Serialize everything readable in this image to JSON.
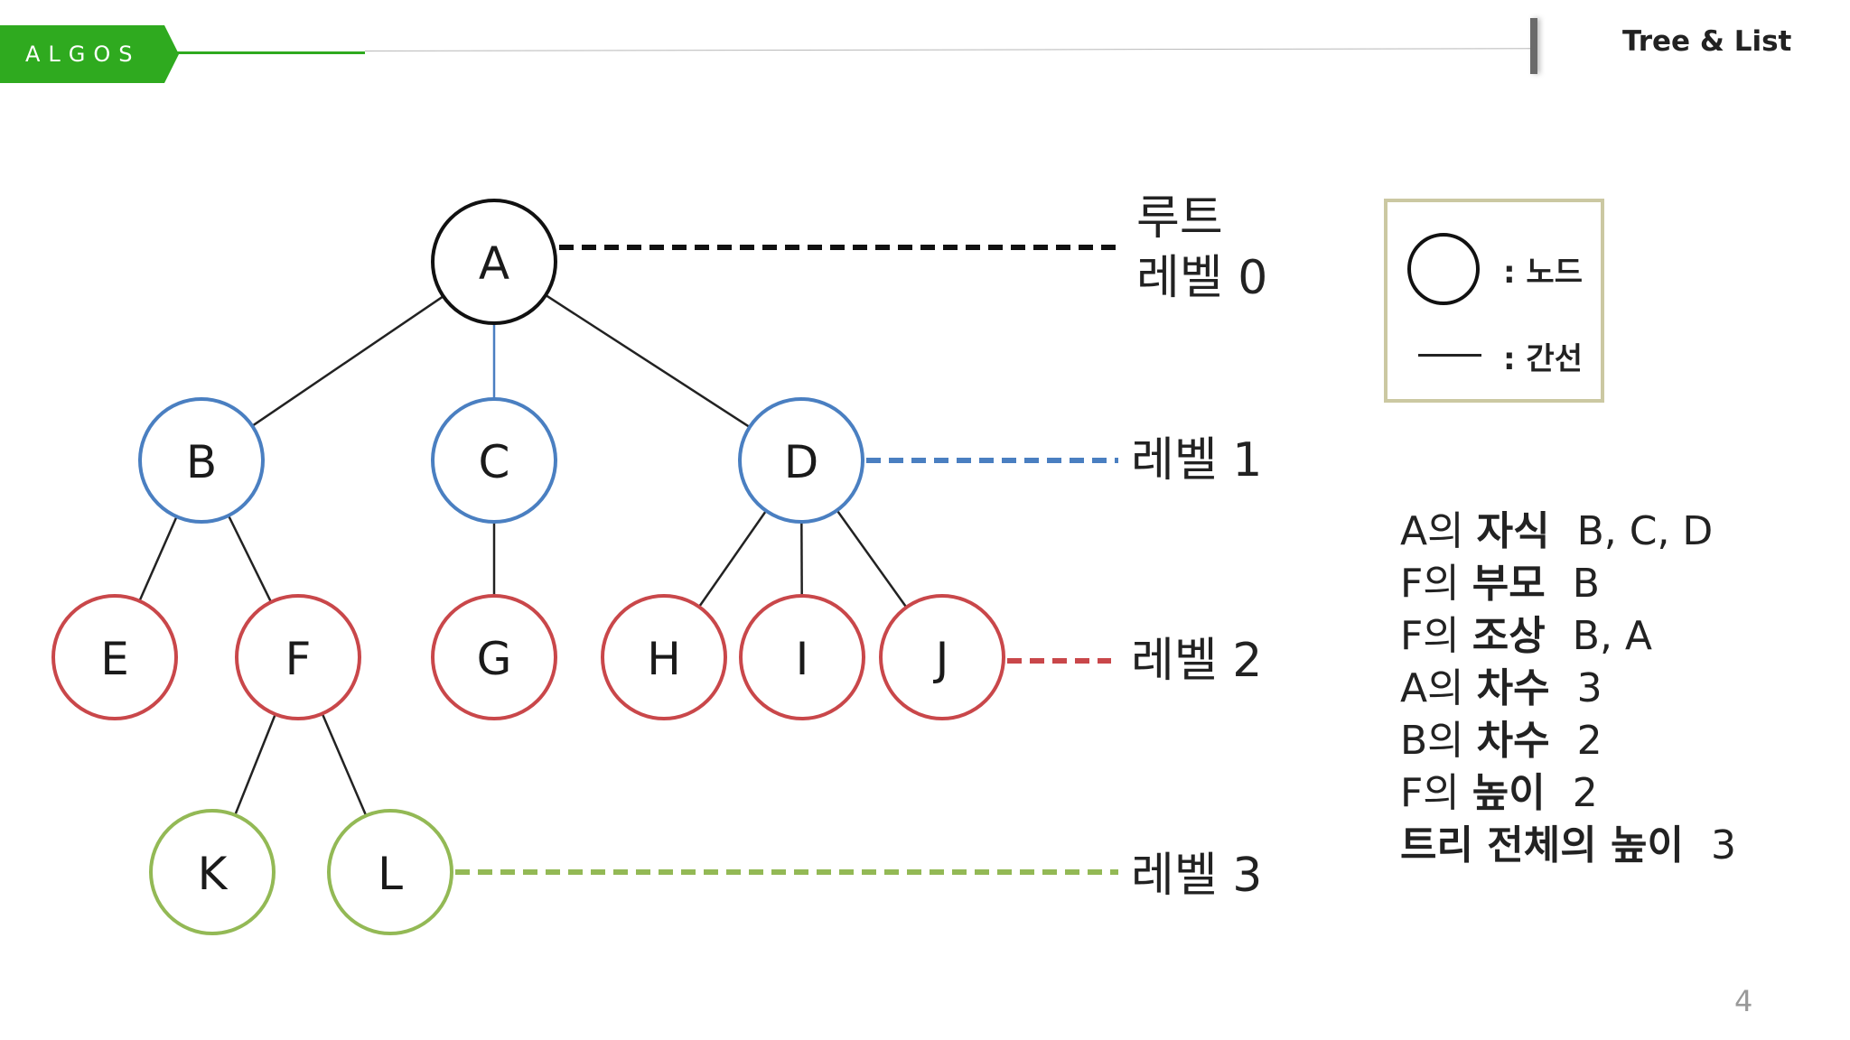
{
  "header": {
    "brand": "ALGOS",
    "title": "Tree & List"
  },
  "colors": {
    "brand_green": "#2faa1f",
    "root": "#111111",
    "level1": "#4a7fc1",
    "level2": "#c9474a",
    "level3": "#93b955",
    "legend_border": "#cbc8a2"
  },
  "tree": {
    "nodes": [
      {
        "id": "A",
        "label": "A",
        "level": 0
      },
      {
        "id": "B",
        "label": "B",
        "level": 1
      },
      {
        "id": "C",
        "label": "C",
        "level": 1
      },
      {
        "id": "D",
        "label": "D",
        "level": 1
      },
      {
        "id": "E",
        "label": "E",
        "level": 2
      },
      {
        "id": "F",
        "label": "F",
        "level": 2
      },
      {
        "id": "G",
        "label": "G",
        "level": 2
      },
      {
        "id": "H",
        "label": "H",
        "level": 2
      },
      {
        "id": "I",
        "label": "I",
        "level": 2
      },
      {
        "id": "J",
        "label": "J",
        "level": 2
      },
      {
        "id": "K",
        "label": "K",
        "level": 3
      },
      {
        "id": "L",
        "label": "L",
        "level": 3
      }
    ],
    "edges": [
      [
        "A",
        "B"
      ],
      [
        "A",
        "C"
      ],
      [
        "A",
        "D"
      ],
      [
        "B",
        "E"
      ],
      [
        "B",
        "F"
      ],
      [
        "C",
        "G"
      ],
      [
        "D",
        "H"
      ],
      [
        "D",
        "I"
      ],
      [
        "D",
        "J"
      ],
      [
        "F",
        "K"
      ],
      [
        "F",
        "L"
      ]
    ]
  },
  "levels": [
    {
      "label": "레벨 0",
      "caption": "루트"
    },
    {
      "label": "레벨 1"
    },
    {
      "label": "레벨 2"
    },
    {
      "label": "레벨 3"
    }
  ],
  "legend": {
    "node": ": 노드",
    "edge": ": 간선"
  },
  "facts": [
    {
      "subject": "A의",
      "term": "자식",
      "value": "B, C, D"
    },
    {
      "subject": "F의",
      "term": "부모",
      "value": "B"
    },
    {
      "subject": "F의",
      "term": "조상",
      "value": "B, A"
    },
    {
      "subject": "A의",
      "term": "차수",
      "value": "3"
    },
    {
      "subject": "B의",
      "term": "차수",
      "value": "2"
    },
    {
      "subject": "F의",
      "term": "높이",
      "value": "2"
    },
    {
      "subject": "",
      "term": "트리 전체의 높이",
      "value": "3"
    }
  ],
  "page_number": "4"
}
